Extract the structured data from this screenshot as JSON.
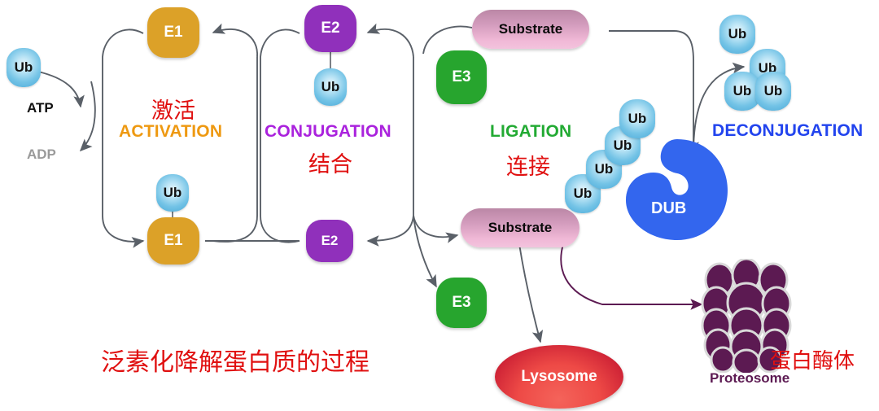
{
  "diagram": {
    "caption_cn": "泛素化降解蛋白质的过程",
    "stages": [
      {
        "key": "activation",
        "en": "ACTIVATION",
        "cn": "激活",
        "en_color": "#ee9911",
        "cn_color": "#e01010",
        "cn_first": true
      },
      {
        "key": "conjugation",
        "en": "CONJUGATION",
        "cn": "结合",
        "en_color": "#aa22dd",
        "cn_color": "#e01010",
        "cn_first": false
      },
      {
        "key": "ligation",
        "en": "LIGATION",
        "cn": "连接",
        "en_color": "#22aa33",
        "cn_color": "#e01010",
        "cn_first": false
      },
      {
        "key": "deconjugation",
        "en": "DECONJUGATION",
        "cn": "",
        "en_color": "#2244ee",
        "cn_color": "#e01010",
        "cn_first": false
      }
    ],
    "nodes": {
      "e1_top": {
        "label": "E1",
        "color": "#dca128"
      },
      "e1_bottom": {
        "label": "E1",
        "color": "#dca128"
      },
      "e2_top": {
        "label": "E2",
        "color": "#9030bb"
      },
      "e2_bottom": {
        "label": "E2",
        "color": "#9030bb"
      },
      "e3_top": {
        "label": "E3",
        "color": "#27a52e"
      },
      "e3_bottom": {
        "label": "E3",
        "color": "#27a52e"
      },
      "substrate_top": {
        "label": "Substrate"
      },
      "substrate_bottom": {
        "label": "Substrate"
      },
      "dub": {
        "label": "DUB",
        "color": "#3366ee"
      },
      "lysosome": {
        "label": "Lysosome"
      },
      "proteasome": {
        "label": "Proteosome",
        "label_cn": "蛋白酶体",
        "color": "#5C1A52"
      }
    },
    "ubiquitin_label": "Ub",
    "ubiquitin_color": "#5bb8e0",
    "free_ub_count": 4,
    "chain_ub_count": 4,
    "cofactors": [
      {
        "label": "ATP",
        "color": "#111111"
      },
      {
        "label": "ADP",
        "color": "#9a9a9a"
      }
    ],
    "arrow_color": "#5a6068"
  }
}
